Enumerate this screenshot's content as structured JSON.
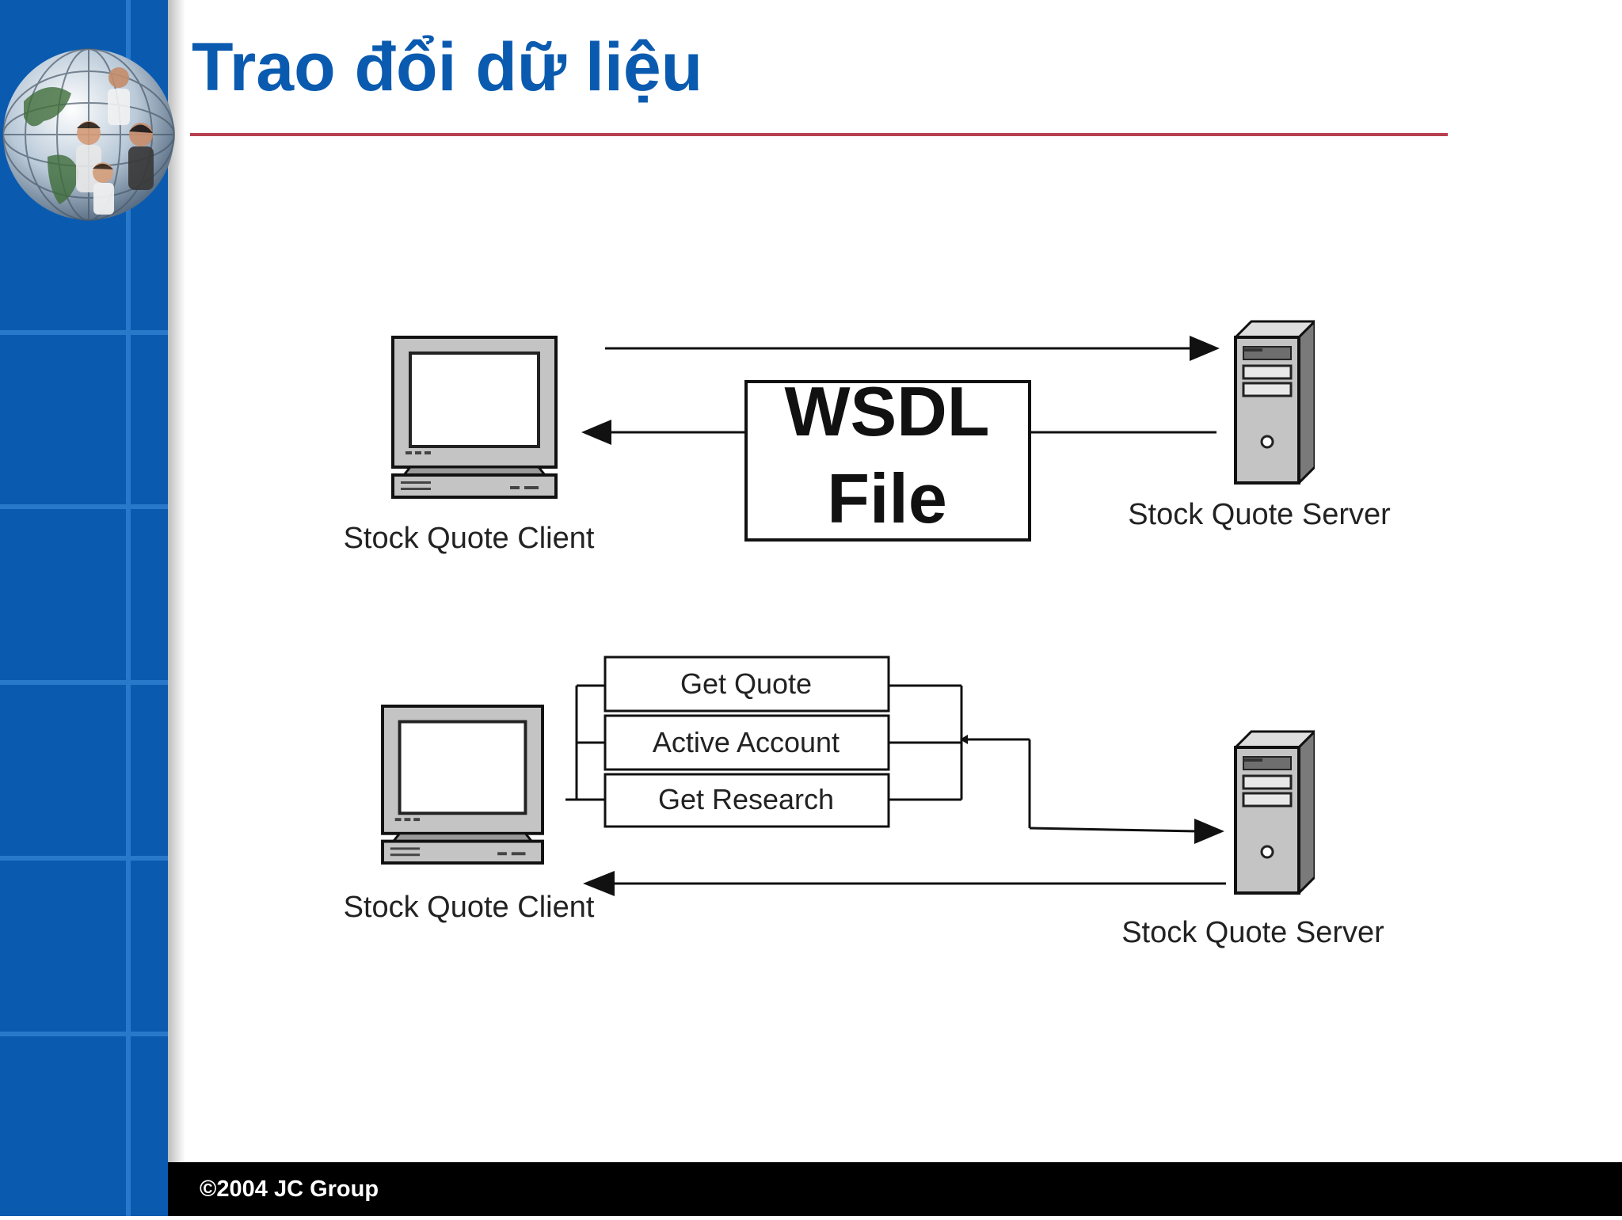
{
  "slide": {
    "title": "Trao đổi dữ liệu",
    "footer": "©2004 JC Group"
  },
  "diagram": {
    "top": {
      "client_label": "Stock Quote Client",
      "server_label": "Stock Quote Server",
      "wsdl_line1": "WSDL",
      "wsdl_line2": "File"
    },
    "bottom": {
      "client_label": "Stock Quote Client",
      "server_label": "Stock Quote Server",
      "operations": [
        "Get Quote",
        "Active Account",
        "Get Research"
      ]
    }
  },
  "colors": {
    "sidebar": "#0a5bb0",
    "title": "#0a5bb0",
    "rule": "#b8404f",
    "footer": "#000000"
  },
  "icons": [
    "globe-icon",
    "monitor-icon",
    "server-icon",
    "arrow-icon"
  ]
}
